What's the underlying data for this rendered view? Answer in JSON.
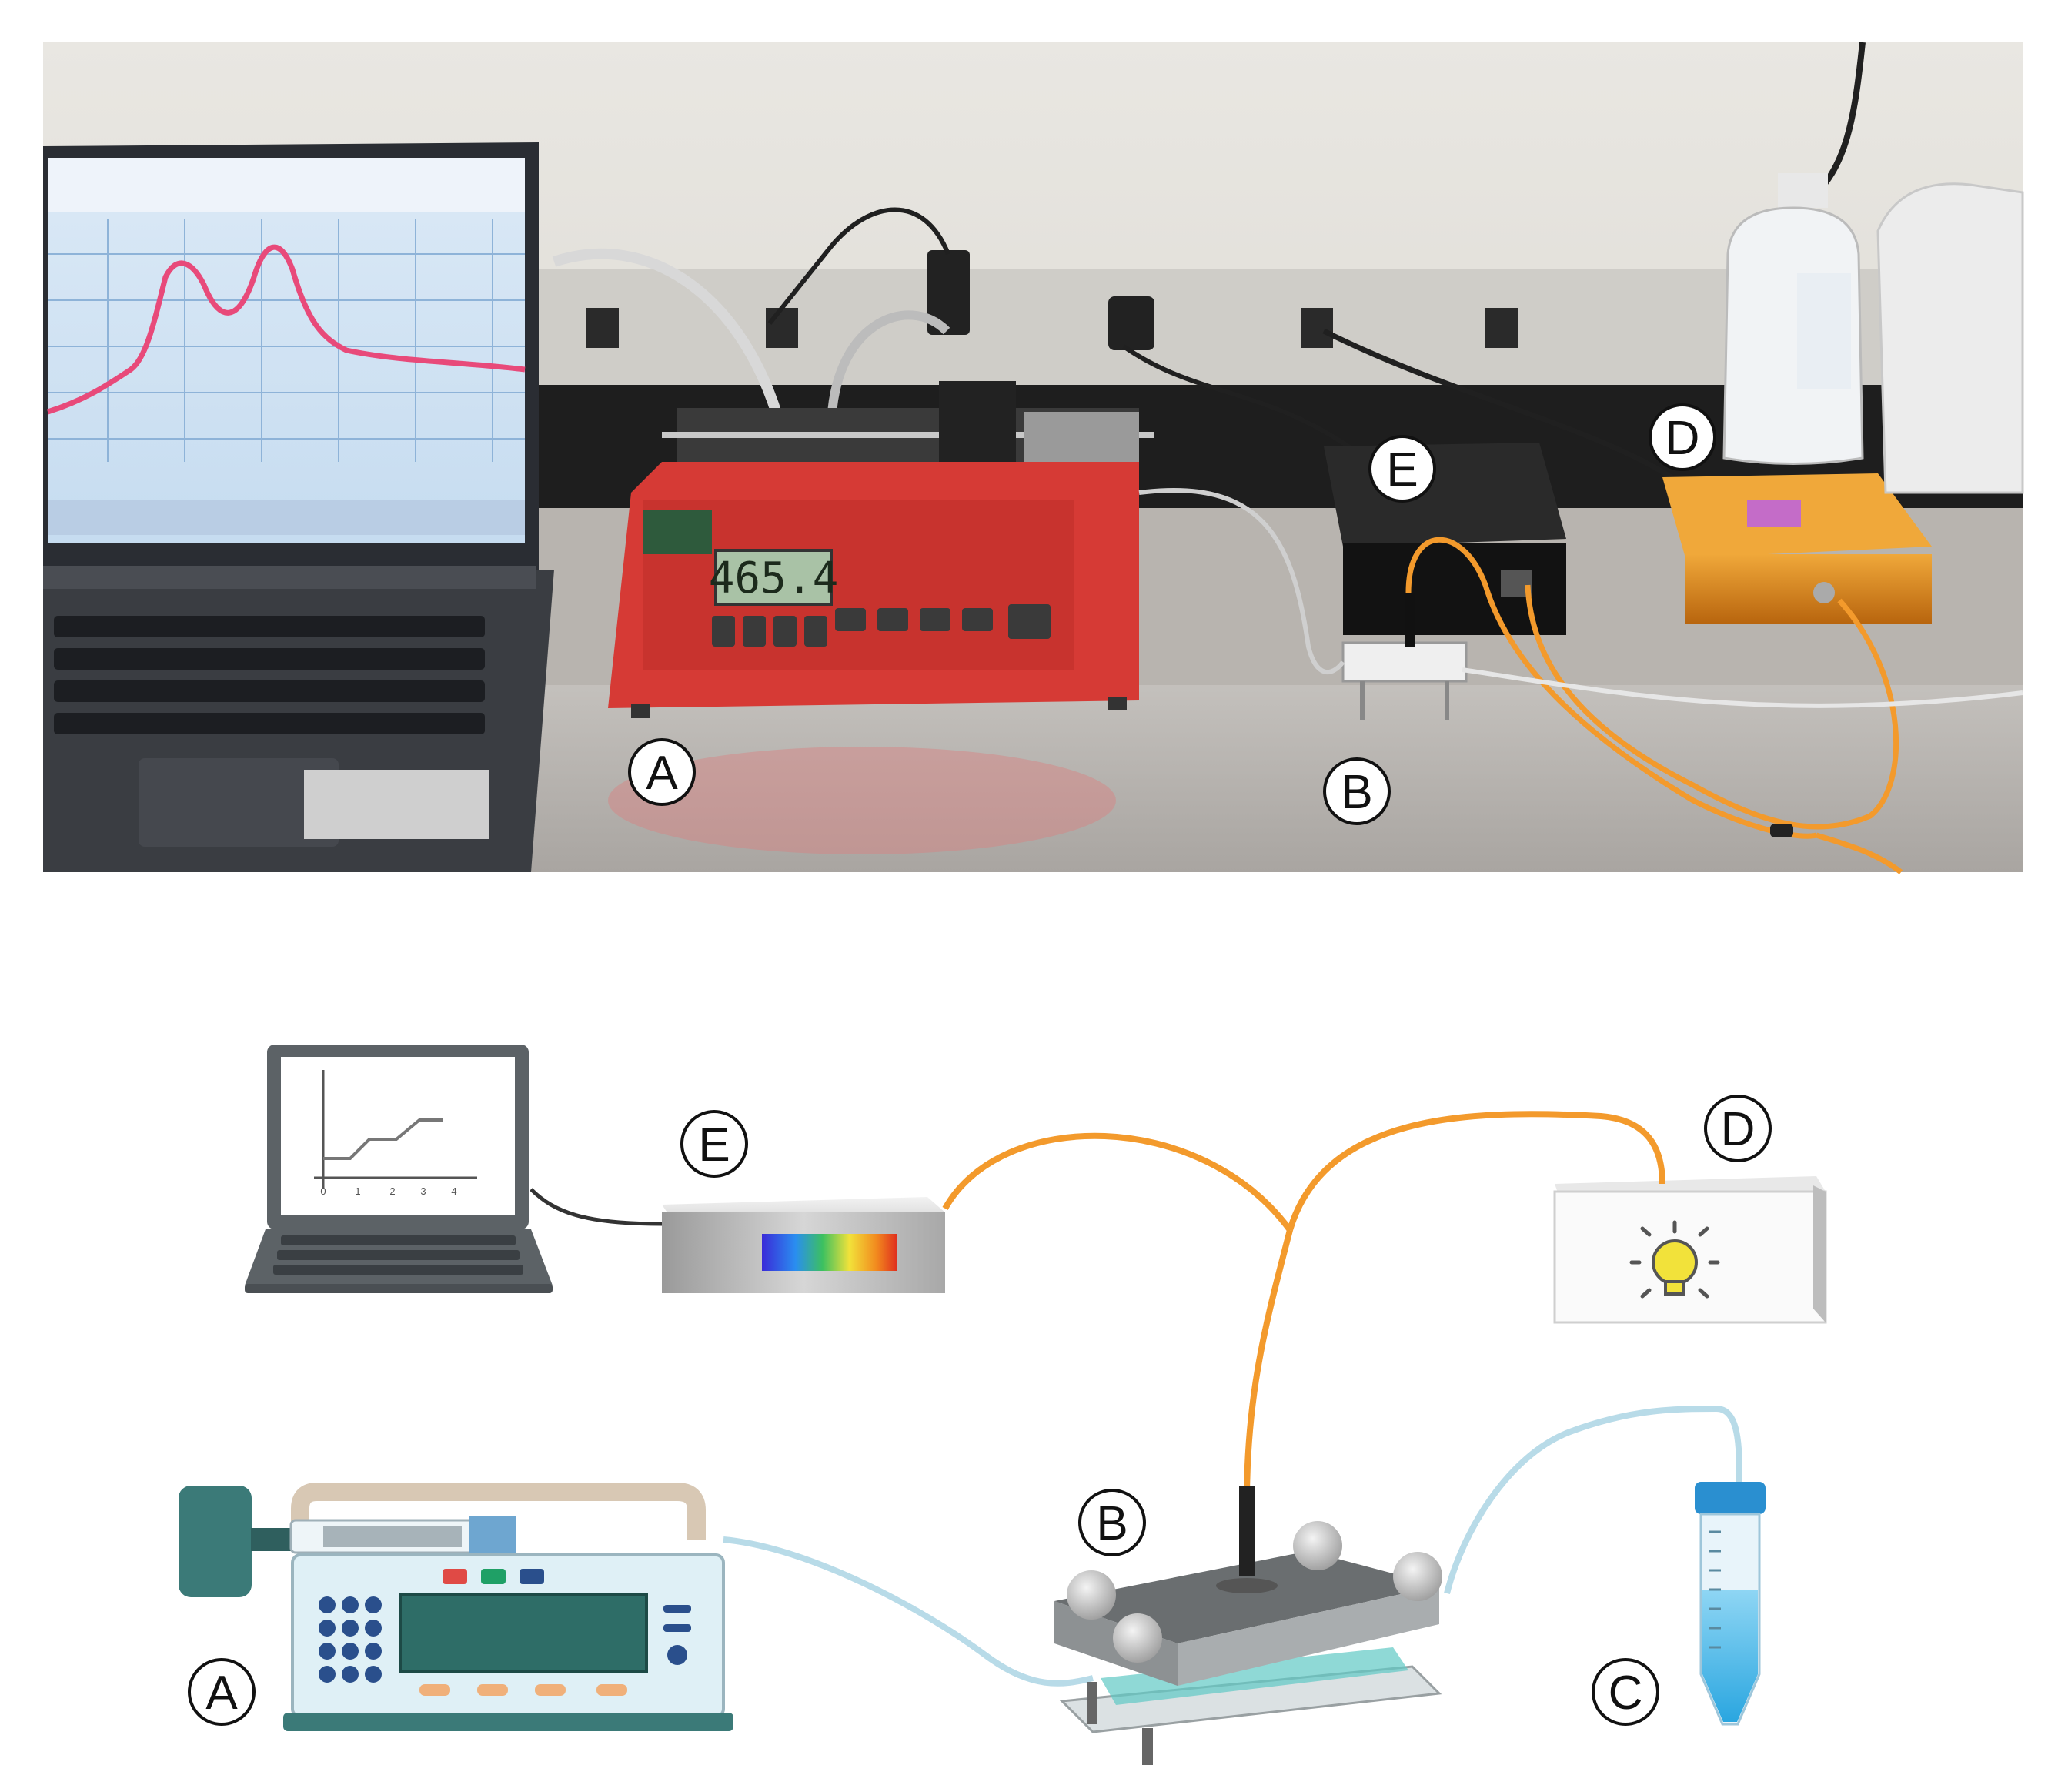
{
  "photo": {
    "pump_display_value": "465.4",
    "callouts": {
      "A": "A",
      "B": "B",
      "D": "D",
      "E": "E"
    }
  },
  "schematic": {
    "callouts": {
      "A": "A",
      "B": "B",
      "C": "C",
      "D": "D",
      "E": "E"
    },
    "laptop_axis_ticks": [
      "0",
      "1",
      "2",
      "3",
      "4"
    ]
  },
  "colors": {
    "fiber": "#f39a2c",
    "pump_red": "#d63a35",
    "light_source_gold": "#e8901a",
    "spectrum_plot": "#e84a7a"
  }
}
